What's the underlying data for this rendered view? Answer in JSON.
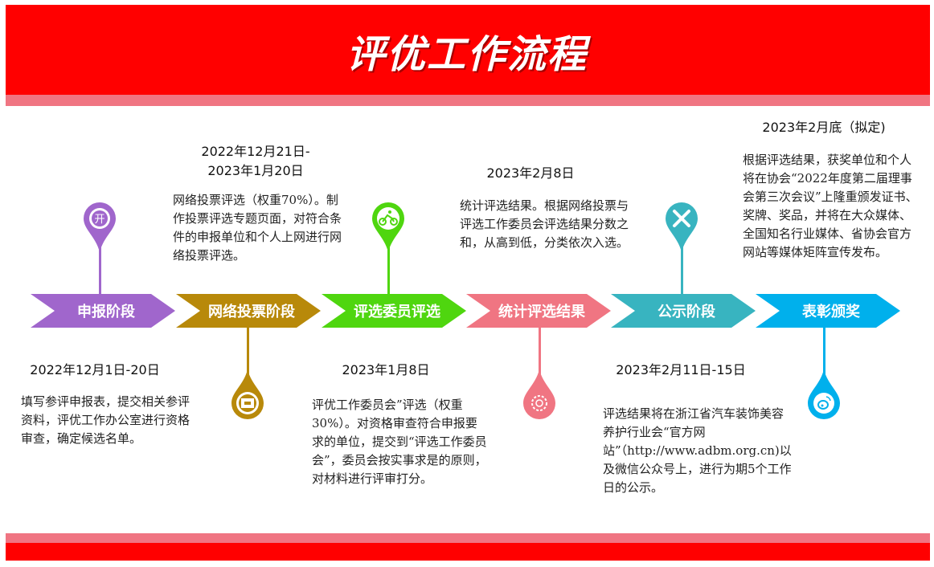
{
  "header": {
    "title": "评优工作流程",
    "bg_color": "#ff0000",
    "strip_color": "#f07582"
  },
  "stages": [
    {
      "label": "申报阶段",
      "color": "#a066cc",
      "icon": "dollar-coin-icon",
      "position": "top",
      "date": "2022年12月1日-20日",
      "description": "填写参评申报表，提交相关参评资料，评优工作办公室进行资格审查，确定候选名单。"
    },
    {
      "label": "网络投票阶段",
      "color": "#b8890a",
      "icon": "archive-box-icon",
      "position": "bottom",
      "date_line1": "2022年12月21日-",
      "date_line2": "2023年1月20日",
      "description": "网络投票评选（权重70%）。制作投票评选专题页面，对符合条件的申报单位和个人上网进行网络投票评选。"
    },
    {
      "label": "评选委员评选",
      "color": "#4fd60f",
      "icon": "cyclist-icon",
      "position": "top",
      "date": "2023年1月8日",
      "description": "评优工作委员会”评选（权重30%）。对资格审查符合申报要求的单位，提交到“评选工作委员会”，委员会按实事求是的原则，对材料进行评审打分。"
    },
    {
      "label": "统计评选结果",
      "color": "#f07582",
      "icon": "gear-icon",
      "position": "bottom",
      "date": "2023年2月8日",
      "description": "统计评选结果。根据网络投票与评选工作委员会评选结果分数之和，从高到低，分类依次入选。"
    },
    {
      "label": "公示阶段",
      "color": "#38b4c0",
      "icon": "tools-icon",
      "position": "top",
      "date": "2023年2月11日-15日",
      "description": "评选结果将在浙江省汽车装饰美容养护行业会“官方网站”（http://www.adbm.org.cn)以及微信公众号上，进行为期5个工作日的公示。"
    },
    {
      "label": "表彰颁奖",
      "color": "#00b0ec",
      "icon": "weibo-icon",
      "position": "bottom",
      "date": "2023年2月底（拟定)",
      "description": "根据评选结果，获奖单位和个人将在协会“2022年度第二届理事会第三次会议”上隆重颁发证书、奖牌、奖品，并将在大众媒体、全国知名行业媒体、省协会官方网站等媒体矩阵宣传发布。"
    }
  ]
}
